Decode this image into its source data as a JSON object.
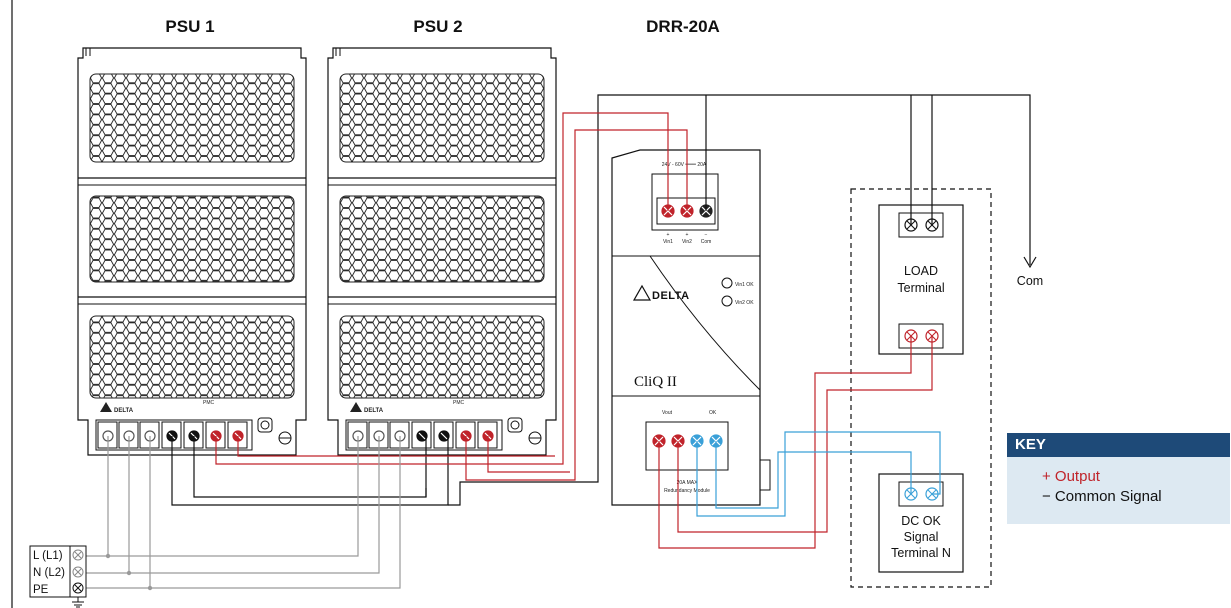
{
  "titles": {
    "psu1": "PSU 1",
    "psu2": "PSU 2",
    "drr": "DRR-20A"
  },
  "psu": {
    "brand": "DELTA",
    "model": "PMC"
  },
  "drr_module": {
    "top_rating": "24V - 60V ═══ 20A",
    "top_pins": [
      "+",
      "+",
      "−"
    ],
    "top_pin_labels": [
      "Vin1",
      "Vin2",
      "Com"
    ],
    "brand": "DELTA",
    "indicator_1": "Vin1 OK",
    "indicator_2": "Vin2 OK",
    "series": "CliQ II",
    "out_label": "Vout",
    "ok_label": "OK",
    "bottom_rating": "20A MAX",
    "bottom_text": "Redundancy Module"
  },
  "load": {
    "line1": "LOAD",
    "line2": "Terminal"
  },
  "dcok": {
    "line1": "DC OK",
    "line2": "Signal",
    "line3": "Terminal N"
  },
  "com_label": "Com",
  "mains": {
    "l": "L (L1)",
    "n": "N (L2)",
    "pe": "PE"
  },
  "key": {
    "title": "KEY",
    "output": "+ Output",
    "common": "− Common Signal"
  },
  "colors": {
    "output_wire": "#c0232a",
    "signal_wire": "#3aa0d8",
    "common_wire": "#111111",
    "mains_wire": "#9a9a9a",
    "key_header": "#1e4a78",
    "key_bg": "#dde9f2"
  }
}
